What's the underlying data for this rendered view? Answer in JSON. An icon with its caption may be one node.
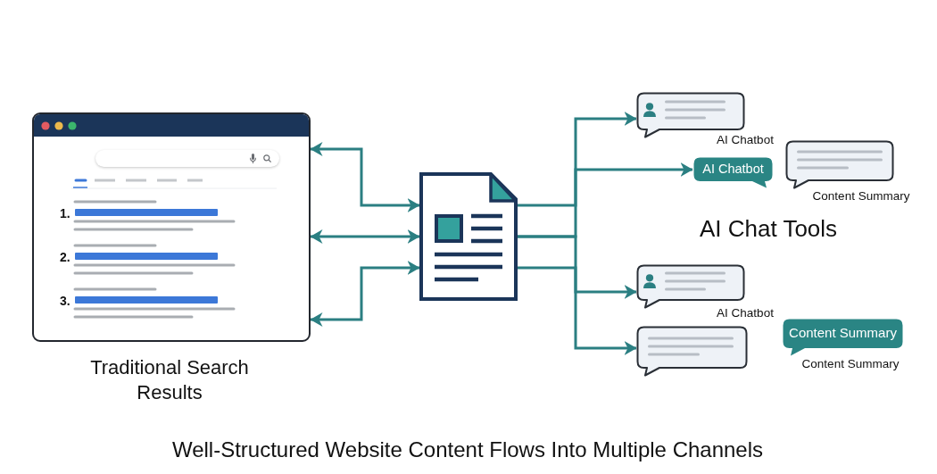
{
  "diagram": {
    "caption": "Well-Structured Website Content Flows Into Multiple Channels",
    "nodes": [
      {
        "text": [
          "1.",
          "2.",
          "3."
        ],
        "beside": [
          "Traditional Search Results"
        ]
      },
      {
        "text": [],
        "shape": "picture"
      },
      {
        "text": [],
        "shape": "bubble",
        "beside": [
          "AI Chatbot"
        ]
      },
      {
        "text": [
          "AI Chatbot"
        ]
      },
      {
        "text": [],
        "shape": "bubble",
        "beside": [
          "Content Summary"
        ]
      },
      {
        "text": [],
        "shape": "bubble",
        "beside": [
          "AI Chatbot"
        ]
      },
      {
        "text": [],
        "shape": "bubble"
      },
      {
        "text": [
          "Content Summary"
        ],
        "beside": [
          "Content Summary"
        ]
      }
    ],
    "edges": [
      {
        "from": 0,
        "to": 1,
        "arrow": "both"
      },
      {
        "from": 0,
        "to": 1,
        "arrow": "both"
      },
      {
        "from": 0,
        "to": 1,
        "arrow": "both"
      },
      {
        "from": 1,
        "to": 2,
        "arrow": "to"
      },
      {
        "from": 1,
        "to": 3,
        "arrow": "to"
      },
      {
        "from": 1,
        "to": 5,
        "arrow": "to"
      },
      {
        "from": 1,
        "to": 6,
        "arrow": "to"
      }
    ],
    "labels": [
      "AI Chat Tools"
    ]
  }
}
